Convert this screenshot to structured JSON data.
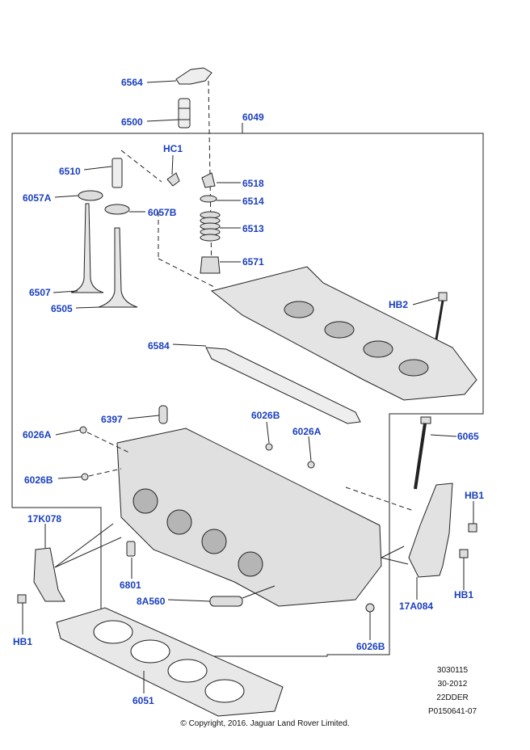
{
  "labels": {
    "p6564": "6564",
    "p6500": "6500",
    "p6049": "6049",
    "pHC1": "HC1",
    "p6510": "6510",
    "p6518": "6518",
    "p6057A": "6057A",
    "p6514": "6514",
    "p6057B": "6057B",
    "p6513": "6513",
    "p6571": "6571",
    "p6507": "6507",
    "p6505": "6505",
    "pHB2": "HB2",
    "p6584": "6584",
    "p6397": "6397",
    "p6026B_top": "6026B",
    "p6026A_left": "6026A",
    "p6026A_right": "6026A",
    "p6065": "6065",
    "p6026B_left": "6026B",
    "pHB1_right_top": "HB1",
    "p17K078": "17K078",
    "p6801": "6801",
    "p8A560": "8A560",
    "p17A084": "17A084",
    "pHB1_right_bottom": "HB1",
    "pHB1_left": "HB1",
    "p6026B_bottom": "6026B",
    "p6051": "6051"
  },
  "reference": {
    "line1": "3030115",
    "line2": "30-2012",
    "line3": "22DDER",
    "line4": "P0150641-07"
  },
  "copyright": "© Copyright, 2016. Jaguar Land Rover Limited.",
  "colors": {
    "label": "#1a3fbf",
    "line": "#222222",
    "part_fill": "#f2f2f2"
  }
}
